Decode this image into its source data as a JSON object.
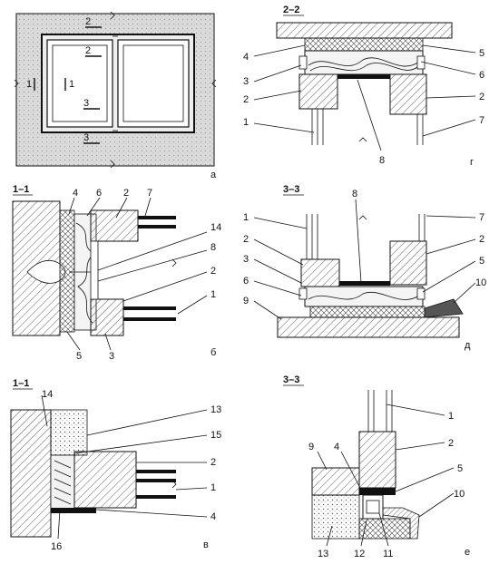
{
  "panels": {
    "a": {
      "letter": "а",
      "labels": [
        "2",
        "2",
        "1",
        "1",
        "3",
        "3"
      ]
    },
    "g": {
      "section": "2–2",
      "letter": "г",
      "labels": [
        "4",
        "3",
        "2",
        "1",
        "5",
        "6",
        "2",
        "7",
        "8"
      ]
    },
    "b": {
      "section": "1–1",
      "letter": "б",
      "labels": [
        "4",
        "6",
        "2",
        "7",
        "14",
        "8",
        "2",
        "1",
        "5",
        "3"
      ]
    },
    "d": {
      "section": "3–3",
      "letter": "д",
      "labels": [
        "8",
        "1",
        "2",
        "3",
        "6",
        "9",
        "7",
        "2",
        "5",
        "10"
      ]
    },
    "v": {
      "section": "1–1",
      "letter": "в",
      "labels": [
        "14",
        "13",
        "15",
        "2",
        "1",
        "4",
        "16"
      ]
    },
    "e": {
      "section": "3–3",
      "letter": "е",
      "labels": [
        "1",
        "2",
        "9",
        "4",
        "5",
        "10",
        "13",
        "12",
        "11"
      ]
    }
  },
  "colors": {
    "line": "#111111",
    "wall": "#dcdcdc",
    "hatch": "#333333"
  }
}
